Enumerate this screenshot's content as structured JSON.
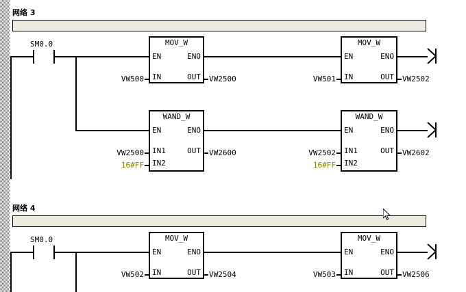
{
  "app": {
    "kind": "ladder-logic-editor",
    "colors": {
      "comment_bar": "#edebdf",
      "wire": "#000000",
      "constant_text": "#808000",
      "background": "#ffffff",
      "gutter": "#808080"
    }
  },
  "networks": [
    {
      "label": "网络 3",
      "comment": "",
      "rungs": [
        {
          "contact": {
            "label": "SM0.0",
            "type": "normally-open"
          },
          "blocks": [
            {
              "name": "MOV_W",
              "pins": {
                "en": "EN",
                "eno": "ENO",
                "in": "IN",
                "out": "OUT"
              },
              "operands": {
                "in": "VW500",
                "out": "VW2500"
              }
            },
            {
              "name": "MOV_W",
              "pins": {
                "en": "EN",
                "eno": "ENO",
                "in": "IN",
                "out": "OUT"
              },
              "operands": {
                "in": "VW501",
                "out": "VW2502"
              }
            }
          ]
        },
        {
          "blocks": [
            {
              "name": "WAND_W",
              "pins": {
                "en": "EN",
                "eno": "ENO",
                "in1": "IN1",
                "in2": "IN2",
                "out": "OUT"
              },
              "operands": {
                "in1": "VW2500",
                "in2": "16#FF",
                "out": "VW2600"
              }
            },
            {
              "name": "WAND_W",
              "pins": {
                "en": "EN",
                "eno": "ENO",
                "in1": "IN1",
                "in2": "IN2",
                "out": "OUT"
              },
              "operands": {
                "in1": "VW2502",
                "in2": "16#FF",
                "out": "VW2602"
              }
            }
          ]
        }
      ]
    },
    {
      "label": "网络 4",
      "comment": "",
      "rungs": [
        {
          "contact": {
            "label": "SM0.0",
            "type": "normally-open"
          },
          "blocks": [
            {
              "name": "MOV_W",
              "pins": {
                "en": "EN",
                "eno": "ENO",
                "in": "IN",
                "out": "OUT"
              },
              "operands": {
                "in": "VW502",
                "out": "VW2504"
              }
            },
            {
              "name": "MOV_W",
              "pins": {
                "en": "EN",
                "eno": "ENO",
                "in": "IN",
                "out": "OUT"
              },
              "operands": {
                "in": "VW503",
                "out": "VW2506"
              }
            }
          ]
        }
      ]
    }
  ]
}
